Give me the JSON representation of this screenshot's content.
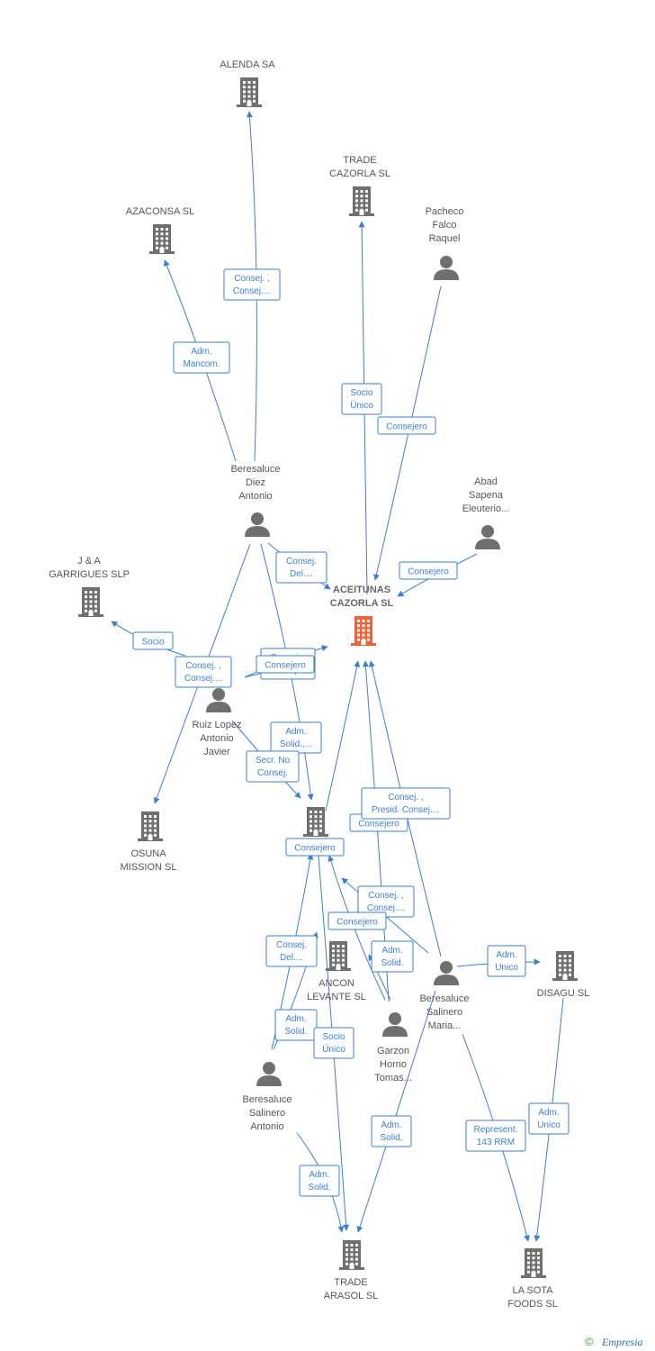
{
  "graph": {
    "nodes": [
      {
        "id": "aceitunas",
        "type": "company",
        "main": true,
        "lines": [
          "ACEITUNAS",
          "CAZORLA SL"
        ]
      },
      {
        "id": "alenda",
        "type": "company",
        "lines": [
          "ALENDA SA"
        ]
      },
      {
        "id": "azaconsa",
        "type": "company",
        "lines": [
          "AZACONSA SL"
        ]
      },
      {
        "id": "trade_cazorla",
        "type": "company",
        "lines": [
          "TRADE",
          "CAZORLA SL"
        ]
      },
      {
        "id": "pacheco",
        "type": "person",
        "lines": [
          "Pacheco",
          "Falco",
          "Raquel"
        ]
      },
      {
        "id": "beresaluce_diez",
        "type": "person",
        "lines": [
          "Beresaluce",
          "Diez",
          "Antonio"
        ]
      },
      {
        "id": "abad",
        "type": "person",
        "lines": [
          "Abad",
          "Sapena",
          "Eleuterio..."
        ]
      },
      {
        "id": "garrigues",
        "type": "company",
        "lines": [
          "J & A",
          "GARRIGUES SLP"
        ]
      },
      {
        "id": "ruiz",
        "type": "person",
        "lines": [
          "Ruiz Lopez",
          "Antonio",
          "Javier"
        ]
      },
      {
        "id": "osuna",
        "type": "company",
        "lines": [
          "OSUNA",
          "MISSION SL"
        ]
      },
      {
        "id": "center_company",
        "type": "company",
        "lines": []
      },
      {
        "id": "ancon",
        "type": "company",
        "lines": [
          "ANCON",
          "LEVANTE SL"
        ]
      },
      {
        "id": "beresaluce_maria",
        "type": "person",
        "lines": [
          "Beresaluce",
          "Salinero",
          "Maria..."
        ]
      },
      {
        "id": "disagu",
        "type": "company",
        "lines": [
          "DISAGU SL"
        ]
      },
      {
        "id": "garzon",
        "type": "person",
        "lines": [
          "Garzon",
          "Horno",
          "Tomas..."
        ]
      },
      {
        "id": "beresaluce_antonio",
        "type": "person",
        "lines": [
          "Beresaluce",
          "Salinero",
          "Antonio"
        ]
      },
      {
        "id": "trade_arasol",
        "type": "company",
        "lines": [
          "TRADE",
          "ARASOL SL"
        ]
      },
      {
        "id": "lasota",
        "type": "company",
        "lines": [
          "LA SOTA",
          "FOODS SL"
        ]
      }
    ],
    "edges": [
      {
        "id": "e_alenda",
        "lines": [
          "Consej. ,",
          "Consej...."
        ]
      },
      {
        "id": "e_azaconsa",
        "lines": [
          "Adm.",
          "Mancom."
        ]
      },
      {
        "id": "e_trade_cazorla",
        "lines": [
          "Socio",
          "Único"
        ]
      },
      {
        "id": "e_pacheco",
        "lines": [
          "Consejero"
        ]
      },
      {
        "id": "e_abad",
        "lines": [
          "Consejero"
        ]
      },
      {
        "id": "e_bd_aceitunas",
        "lines": [
          "Consej.",
          "Del...."
        ]
      },
      {
        "id": "e_garrigues",
        "lines": [
          "Socio"
        ]
      },
      {
        "id": "e_osuna",
        "lines": [
          "Consej. ,",
          "Consej...."
        ]
      },
      {
        "id": "e_ruiz_hidden",
        "lines": [
          "Consej. ,",
          "Consej...."
        ]
      },
      {
        "id": "e_ruiz_aceitunas",
        "lines": [
          "Consejero"
        ]
      },
      {
        "id": "e_bd_center",
        "lines": [
          "Adm.",
          "Solid.,..."
        ]
      },
      {
        "id": "e_ruiz_center",
        "lines": [
          "Secr. No",
          "Consej."
        ]
      },
      {
        "id": "e_center_aceitunas",
        "lines": [
          "Consejero"
        ]
      },
      {
        "id": "e_maria_aceitunas",
        "lines": [
          "Consej. ,",
          "Presid. Consej...."
        ]
      },
      {
        "id": "e_garzon_aceitunas",
        "lines": [
          "Consejero"
        ]
      },
      {
        "id": "e_maria_center",
        "lines": [
          "Consej. ,",
          "Consej...."
        ]
      },
      {
        "id": "e_garzon_center",
        "lines": [
          "Consejero"
        ]
      },
      {
        "id": "e_antonio_center",
        "lines": [
          "Consej.",
          "Del...."
        ]
      },
      {
        "id": "e_garzon_ancon",
        "lines": [
          "Adm.",
          "Solid."
        ]
      },
      {
        "id": "e_maria_disagu",
        "lines": [
          "Adm.",
          "Unico"
        ]
      },
      {
        "id": "e_antonio_ancon",
        "lines": [
          "Adm.",
          "Solid."
        ]
      },
      {
        "id": "e_center_arasol",
        "lines": [
          "Socio",
          "Único"
        ]
      },
      {
        "id": "e_maria_arasol",
        "lines": [
          "Adm.",
          "Solid."
        ]
      },
      {
        "id": "e_maria_lasota",
        "lines": [
          "Represent.",
          "143 RRM"
        ]
      },
      {
        "id": "e_disagu_lasota",
        "lines": [
          "Adm.",
          "Unico"
        ]
      },
      {
        "id": "e_antonio_arasol",
        "lines": [
          "Adm.",
          "Solid."
        ]
      }
    ]
  },
  "footer": {
    "copyright": "©",
    "brand": "Empresia"
  },
  "colors": {
    "edge": "#3a7fd5",
    "company": "#6f6f6f",
    "main_company": "#f0623a",
    "person": "#6f6f6f"
  }
}
